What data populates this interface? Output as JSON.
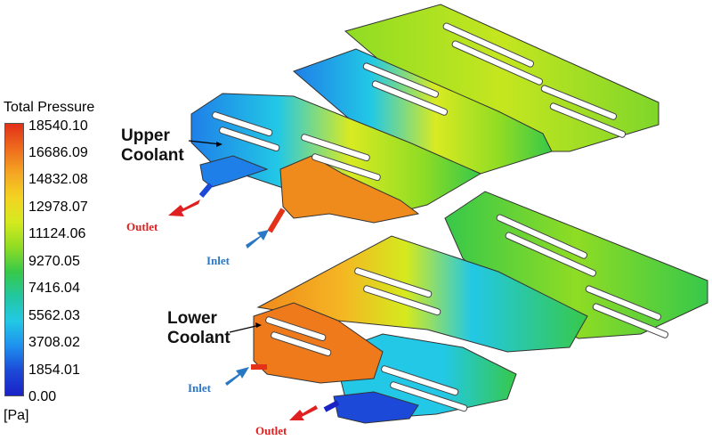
{
  "legend": {
    "title": "Total Pressure",
    "unit": "[Pa]",
    "ticks": [
      "18540.10",
      "16686.09",
      "14832.08",
      "12978.07",
      "11124.06",
      "9270.05",
      "7416.04",
      "5562.03",
      "3708.02",
      "1854.01",
      "0.00"
    ],
    "colors": [
      "#e3311a",
      "#ef6b1c",
      "#f5a623",
      "#f3d422",
      "#d4ea1e",
      "#8fdc24",
      "#37c84a",
      "#22c7a1",
      "#22c8e6",
      "#1f90ee",
      "#1c49d8",
      "#1a22c6"
    ]
  },
  "labels": {
    "upper": [
      "Upper",
      "Coolant"
    ],
    "lower": [
      "Lower",
      "Coolant"
    ],
    "outlet_upper": "Outlet",
    "inlet_upper": "Inlet",
    "inlet_lower": "Inlet",
    "outlet_lower": "Outlet"
  },
  "colors": {
    "outlet": "#e02020",
    "inlet": "#2a78c4"
  }
}
